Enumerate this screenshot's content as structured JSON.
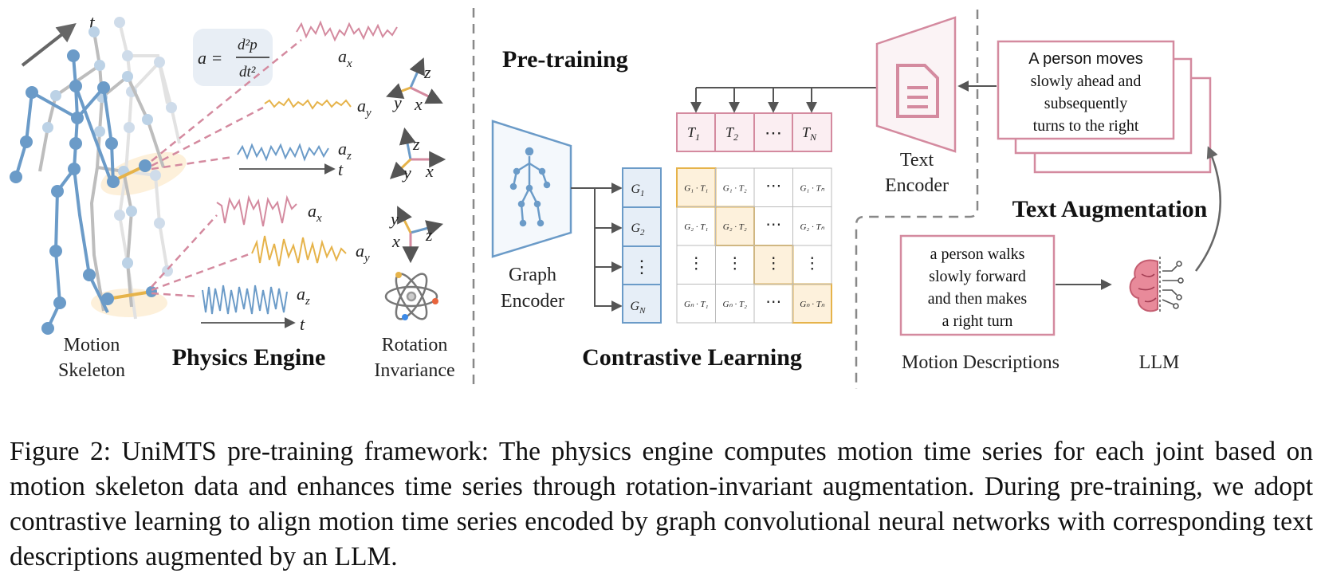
{
  "physics": {
    "axis_t": "t",
    "formula_lhs": "a =",
    "formula_num": "d²p",
    "formula_den": "dt²",
    "upper_labels": [
      "a",
      "a",
      "a"
    ],
    "upper_subs": [
      "x",
      "y",
      "z"
    ],
    "lower_labels": [
      "a",
      "a",
      "a"
    ],
    "lower_subs": [
      "x",
      "y",
      "z"
    ],
    "time_label": "t",
    "motion_skeleton_label": [
      "Motion",
      "Skeleton"
    ],
    "section_title": "Physics Engine"
  },
  "rotation": {
    "frames": [
      {
        "a": "z",
        "b": "x",
        "c": "y"
      },
      {
        "a": "z",
        "b": "x",
        "c": "y"
      },
      {
        "a": "z",
        "b": "x",
        "c": "y"
      }
    ],
    "label": [
      "Rotation",
      "Invariance"
    ]
  },
  "pretraining": {
    "title": "Pre-training",
    "graph_encoder": [
      "Graph",
      "Encoder"
    ],
    "text_encoder": [
      "Text",
      "Encoder"
    ],
    "text_tokens": [
      "T",
      "T",
      "⋯",
      "T"
    ],
    "text_token_subs": [
      "1",
      "2",
      "",
      "N"
    ],
    "graph_tokens": [
      "G",
      "G",
      "⋮",
      "G"
    ],
    "graph_token_subs": [
      "1",
      "2",
      "",
      "N"
    ],
    "matrix": [
      [
        "G₁ · T₁",
        "G₁ · T₂",
        "⋯",
        "G₁ · Tₙ"
      ],
      [
        "G₂ · T₁",
        "G₂ · T₂",
        "⋯",
        "G₂ · Tₙ"
      ],
      [
        "⋮",
        "⋮",
        "⋮",
        "⋮"
      ],
      [
        "Gₙ · T₁",
        "Gₙ · T₂",
        "⋯",
        "Gₙ · Tₙ"
      ]
    ],
    "section_title": "Contrastive Learning"
  },
  "augmentation": {
    "augmented_text": [
      "A person moves",
      "slowly ahead and",
      "subsequently",
      "turns to the right"
    ],
    "section_title": "Text Augmentation",
    "motion_text": [
      "a person walks",
      "slowly forward",
      "and then makes",
      "a right turn"
    ],
    "motion_label": "Motion Descriptions",
    "llm_label": "LLM"
  },
  "caption": "Figure 2: UniMTS pre-training framework: The physics engine computes motion time series for each joint based on motion skeleton data and enhances time series through rotation-invariant augmentation. During pre-training, we adopt contrastive learning to align motion time series encoded by graph convolutional neural networks with corresponding text descriptions augmented by an LLM.",
  "colors": {
    "blue": "#6b9bc8",
    "pink": "#d48a9f",
    "orange": "#e6b34a",
    "gray": "#555555",
    "highlight": "#fdf1dc"
  }
}
